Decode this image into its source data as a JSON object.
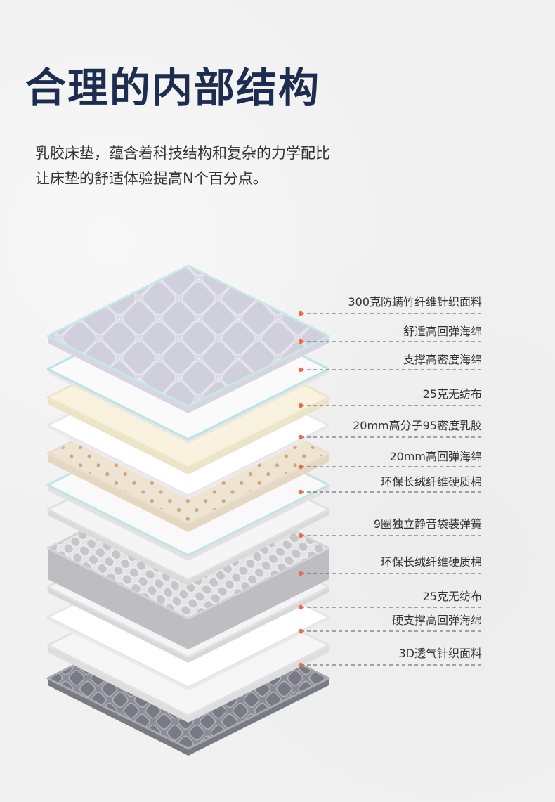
{
  "header": {
    "title": "合理的内部结构",
    "subtitle_line1": "乳胶床垫，蕴含着科技结构和复杂的力学配比",
    "subtitle_line2": "让床垫的舒适体验提高N个百分点。"
  },
  "layers": [
    {
      "label": "300克防螨竹纤维针织面料"
    },
    {
      "label": "舒适高回弹海绵"
    },
    {
      "label": "支撑高密度海绵"
    },
    {
      "label": "25克无纺布"
    },
    {
      "label": "20mm高分子95密度乳胶"
    },
    {
      "label": "20mm高回弹海绵"
    },
    {
      "label": "环保长绒纤维硬质棉"
    },
    {
      "label": "9圈独立静音袋装弹簧"
    },
    {
      "label": "环保长绒纤维硬质棉"
    },
    {
      "label": "25克无纺布"
    },
    {
      "label": "硬支撑高回弹海绵"
    },
    {
      "label": "3D透气针织面料"
    }
  ],
  "colors": {
    "title": "#1d2d4f",
    "marker_dot": "#ee6b45",
    "leader_line": "#555555"
  }
}
